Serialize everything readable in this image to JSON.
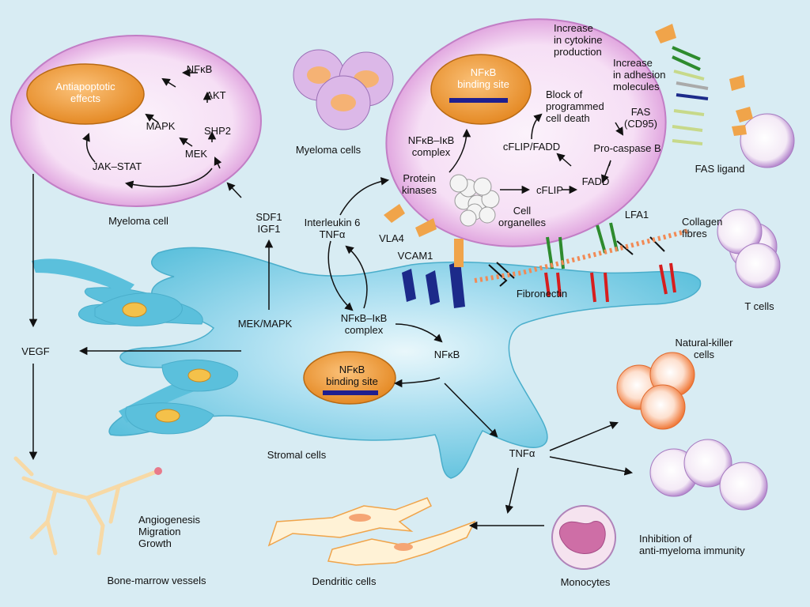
{
  "colors": {
    "background": "#d8ecf3",
    "stroma": "#5bc0dc",
    "myeloma_membrane": "#d88fd6",
    "nucleus": "#f0a44a",
    "binding_bar": "#1f1f8f",
    "red_receptor": "#d61e1e",
    "green_receptor": "#2e8b2e"
  },
  "labels": {
    "antiapoptotic": "Antiapoptotic\neffects",
    "nfkb_top": "NFκB",
    "akt": "AKT",
    "shp2": "SHP2",
    "mapk": "MAPK",
    "mek": "MEK",
    "jak_stat": "JAK–STAT",
    "myeloma_cell": "Myeloma cell",
    "myeloma_cells": "Myeloma cells",
    "sdf1_igf1": "SDF1\nIGF1",
    "interleukin": "Interleukin 6\nTNFα",
    "vla4": "VLA4",
    "vcam1": "VCAM1",
    "nfkb_binding_top": "NFκB\nbinding site",
    "nfkb_ikb_complex_top": "NFκB–IκB\ncomplex",
    "protein_kinases": "Protein\nkinases",
    "cell_organelles": "Cell\norganelles",
    "block_death": "Block of\nprogrammed\ncell death",
    "cflip_fadd": "cFLIP/FADD",
    "cflip": "cFLIP",
    "fadd": "FADD",
    "pro_caspase": "Pro-caspase B",
    "fas_cd95": "FAS\n(CD95)",
    "increase_cytokine": "Increase\nin cytokine\nproduction",
    "increase_adhesion": "Increase\nin adhesion\nmolecules",
    "fas_ligand": "FAS ligand",
    "lfa1": "LFA1",
    "collagen": "Collagen\nfibres",
    "fibronectin": "Fibronectin",
    "t_cells": "T cells",
    "mek_mapk": "MEK/MAPK",
    "vegf": "VEGF",
    "nfkb_ikb_complex_bottom": "NFκB–IκB\ncomplex",
    "nfkb_mid": "NFκB",
    "nfkb_binding_bottom": "NFκB\nbinding site",
    "stromal_cells": "Stromal cells",
    "tnfa": "TNFα",
    "nk_cells": "Natural-killer\ncells",
    "inhibition": "Inhibition of\nanti-myeloma immunity",
    "angiogenesis": "Angiogenesis\nMigration\nGrowth",
    "bone_marrow": "Bone-marrow vessels",
    "dendritic": "Dendritic cells",
    "monocytes": "Monocytes"
  }
}
